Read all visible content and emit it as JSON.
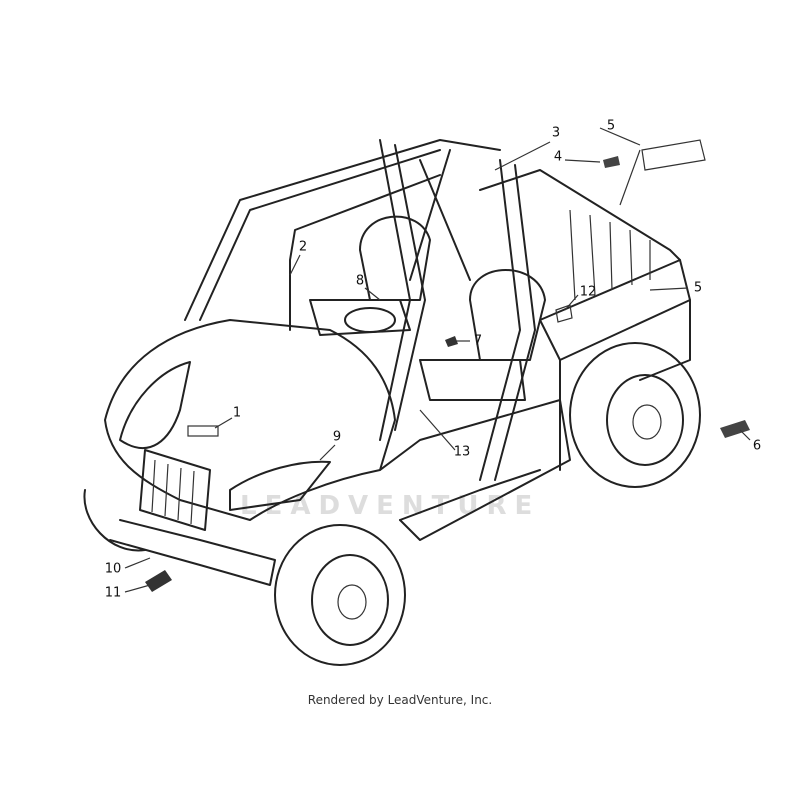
{
  "diagram": {
    "callouts": [
      "1",
      "2",
      "3",
      "4",
      "5",
      "5",
      "6",
      "7",
      "8",
      "9",
      "10",
      "11",
      "12",
      "13"
    ],
    "watermark": "LEADVENTURE",
    "caption": "Rendered by LeadVenture, Inc."
  }
}
